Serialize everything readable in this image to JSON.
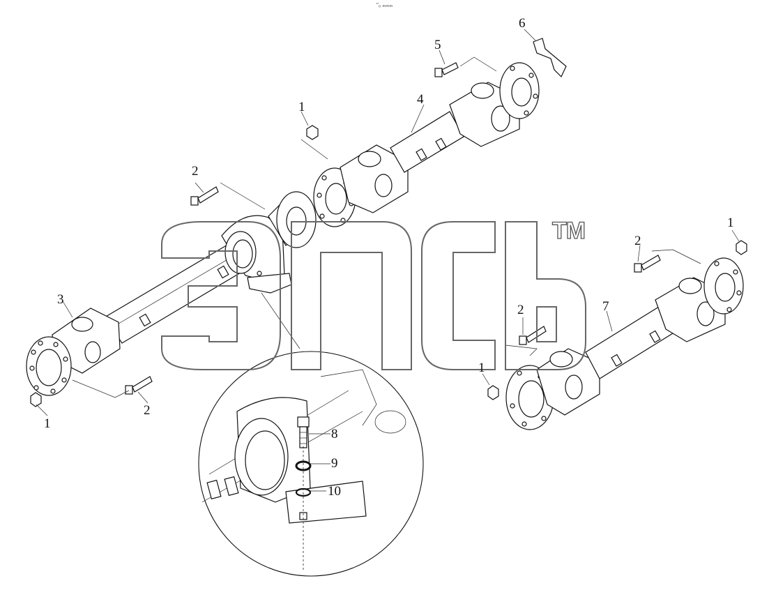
{
  "top_mark": "\"₀ ₘₘₘ",
  "watermark": {
    "letters": "эпсь",
    "tm": "TM"
  },
  "callouts": [
    {
      "id": "c1a",
      "text": "1"
    },
    {
      "id": "c1b",
      "text": "1"
    },
    {
      "id": "c1c",
      "text": "1"
    },
    {
      "id": "c1d",
      "text": "1"
    },
    {
      "id": "c2a",
      "text": "2"
    },
    {
      "id": "c2b",
      "text": "2"
    },
    {
      "id": "c2c",
      "text": "2"
    },
    {
      "id": "c2d",
      "text": "2"
    },
    {
      "id": "c3",
      "text": "3"
    },
    {
      "id": "c4",
      "text": "4"
    },
    {
      "id": "c5",
      "text": "5"
    },
    {
      "id": "c6",
      "text": "6"
    },
    {
      "id": "c7",
      "text": "7"
    },
    {
      "id": "c8",
      "text": "8"
    },
    {
      "id": "c9",
      "text": "9"
    },
    {
      "id": "c10",
      "text": "10"
    }
  ]
}
